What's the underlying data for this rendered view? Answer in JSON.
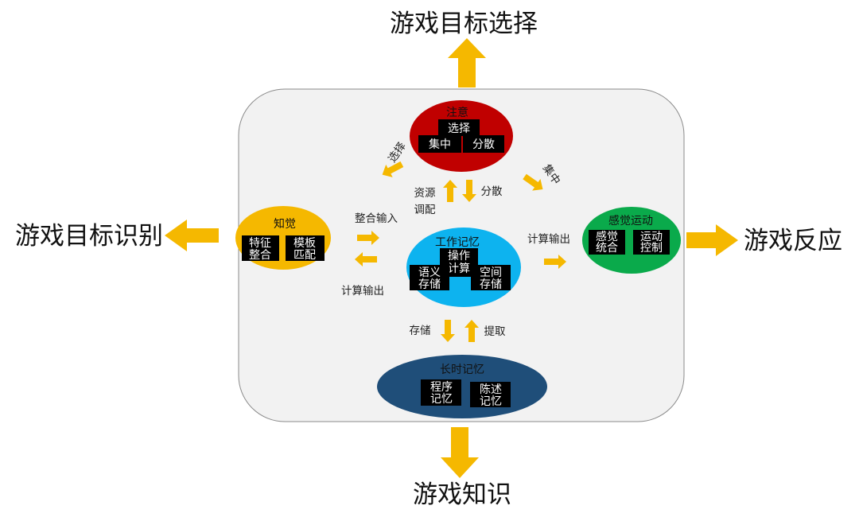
{
  "outputs": {
    "top": "游戏目标选择",
    "left": "游戏目标识别",
    "right": "游戏反应",
    "bottom": "游戏知识"
  },
  "nodes": {
    "attention": {
      "title": "注意",
      "boxes": {
        "select": "选择",
        "focus": "集中",
        "divide": "分散"
      },
      "color": "#c00000"
    },
    "perception": {
      "title": "知觉",
      "boxes": {
        "feature_1": "特征",
        "feature_2": "整合",
        "pattern_1": "模板",
        "pattern_2": "匹配"
      },
      "color": "#f5b800"
    },
    "working_memory": {
      "title": "工作记忆",
      "boxes": {
        "op_1": "操作",
        "op_2": "计算",
        "sem_1": "语义",
        "sem_2": "存储",
        "spa_1": "空间",
        "spa_2": "存储"
      },
      "color": "#0db3ef"
    },
    "sensorimotor": {
      "title": "感觉运动",
      "boxes": {
        "sense_1": "感觉",
        "sense_2": "统合",
        "motor_1": "运动",
        "motor_2": "控制"
      },
      "color": "#0aaa4b"
    },
    "long_term_memory": {
      "title": "长时记忆",
      "boxes": {
        "proc_1": "程序",
        "proc_2": "记忆",
        "decl_1": "陈述",
        "decl_2": "记忆"
      },
      "color": "#1f4e79"
    }
  },
  "flows": {
    "select": "选择",
    "focus": "集中",
    "resource_1": "资源",
    "resource_2": "调配",
    "divide": "分散",
    "integrate_input": "整合输入",
    "compute_output_left": "计算输出",
    "compute_output_right": "计算输出",
    "store": "存储",
    "retrieve": "提取"
  },
  "colors": {
    "arrow": "#f5b800",
    "panel": "#f2f2f2",
    "box": "#000000"
  }
}
